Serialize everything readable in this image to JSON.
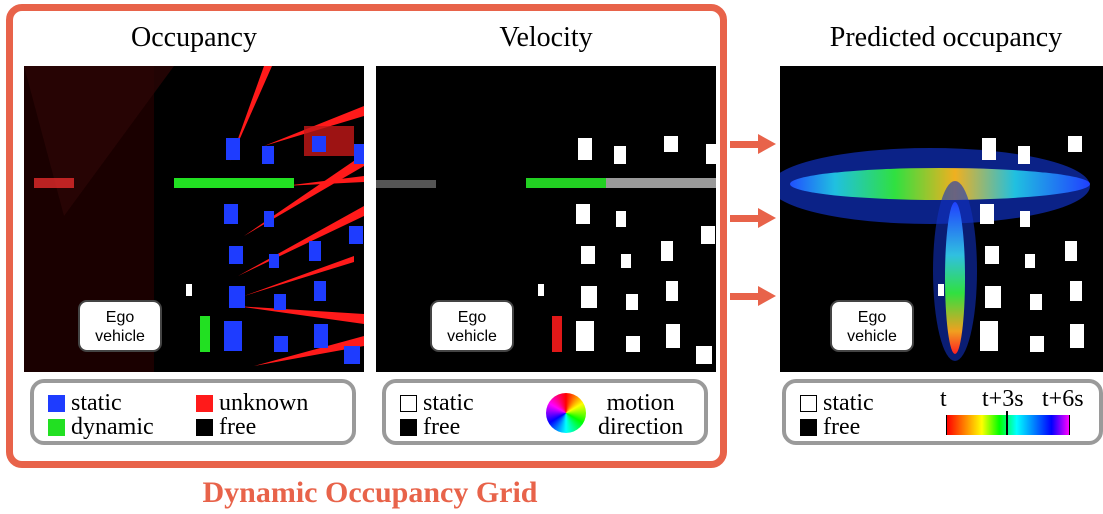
{
  "panels": {
    "occupancy": {
      "title": "Occupancy",
      "legend": {
        "static": "static",
        "dynamic": "dynamic",
        "unknown": "unknown",
        "free": "free"
      }
    },
    "velocity": {
      "title": "Velocity",
      "legend": {
        "static": "static",
        "free": "free",
        "motion_line1": "motion",
        "motion_line2": "direction"
      }
    },
    "predicted": {
      "title": "Predicted occupancy",
      "legend": {
        "static": "static",
        "free": "free",
        "t0": "t",
        "t3": "t+3s",
        "t6": "t+6s"
      }
    }
  },
  "callout": {
    "line1": "Ego",
    "line2": "vehicle"
  },
  "caption": "Dynamic Occupancy Grid",
  "colors": {
    "accent": "#e8634a",
    "static": "#1e3cff",
    "dynamic": "#22e022",
    "unknown": "#ff1a1a",
    "free": "#000000",
    "legend_border": "#9a9a9a"
  }
}
